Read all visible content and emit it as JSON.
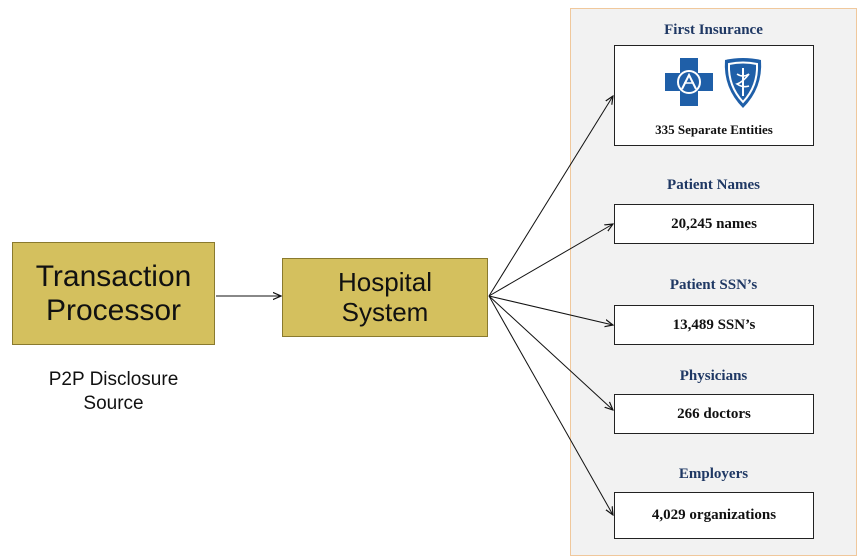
{
  "source": {
    "processor_line1": "Transaction",
    "processor_line2": "Processor",
    "label_line1": "P2P Disclosure",
    "label_line2": "Source"
  },
  "hospital": {
    "line1": "Hospital",
    "line2": "System"
  },
  "categories": [
    {
      "title": "First Insurance",
      "value": "335 Separate Entities",
      "icons": [
        "cross-logo-icon",
        "shield-logo-icon"
      ]
    },
    {
      "title": "Patient Names",
      "value": "20,245 names"
    },
    {
      "title": "Patient SSN’s",
      "value": "13,489 SSN’s"
    },
    {
      "title": "Physicians",
      "value": "266 doctors"
    },
    {
      "title": "Employers",
      "value": "4,029 organizations"
    }
  ],
  "colors": {
    "node_fill": "#d4c05e",
    "panel_fill": "#f2f2f2",
    "title_blue": "#1f3864",
    "logo_blue": "#1f5fa8"
  }
}
